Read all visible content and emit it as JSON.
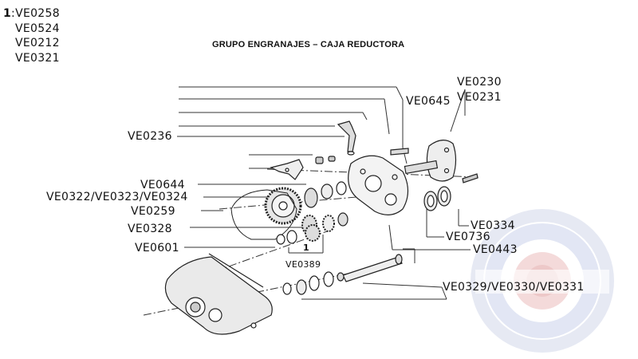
{
  "part_list": {
    "group_number": "1",
    "parts": [
      "VE0258",
      "VE0524",
      "VE0212",
      "VE0321"
    ]
  },
  "title": "GRUPO ENGRANAJES – CAJA REDUCTORA",
  "labels": {
    "ve0230": "VE0230",
    "ve0231": "VE0231",
    "ve0645": "VE0645",
    "ve0236": "VE0236",
    "ve0644": "VE0644",
    "ve0322_group": "VE0322/VE0323/VE0324",
    "ve0259": "VE0259",
    "ve0328": "VE0328",
    "ve0601": "VE0601",
    "ve0389": "VE0389",
    "group_marker": "1",
    "ve0334": "VE0334",
    "ve0736": "VE0736",
    "ve0443": "VE0443",
    "ve0329_group": "VE0329/VE0330/VE0331"
  },
  "colors": {
    "line": "#333333",
    "ink": "#111111",
    "watermark_blue": "#c5cde6",
    "watermark_red": "#ecc3c3"
  }
}
